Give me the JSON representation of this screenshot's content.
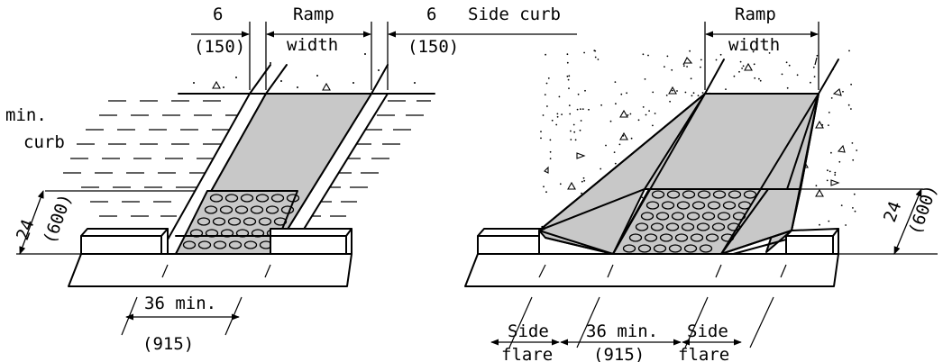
{
  "labels": {
    "left": {
      "curb_width": "6",
      "curb_width_mm": "(150)",
      "ramp_width_1": "Ramp",
      "ramp_width_2": "width",
      "side_curb_width": "6",
      "side_curb_label": "Side curb",
      "side_curb_width_mm": "(150)",
      "min_curb_1": "min.",
      "min_curb_2": "curb",
      "detectable_depth": "24",
      "detectable_depth_mm": "(600)",
      "ramp_min": "36 min.",
      "ramp_min_mm": "(915)"
    },
    "right": {
      "ramp_width_1": "Ramp",
      "ramp_width_2": "width",
      "detectable_depth": "24",
      "detectable_depth_mm": "(600)",
      "flare_left_1": "Side",
      "flare_left_2": "flare",
      "ramp_min": "36 min.",
      "ramp_min_mm": "(915)",
      "flare_right_1": "Side",
      "flare_right_2": "flare"
    }
  },
  "colors": {
    "ramp_fill": "#c8c8c8",
    "line": "#000000",
    "background": "#ffffff"
  }
}
